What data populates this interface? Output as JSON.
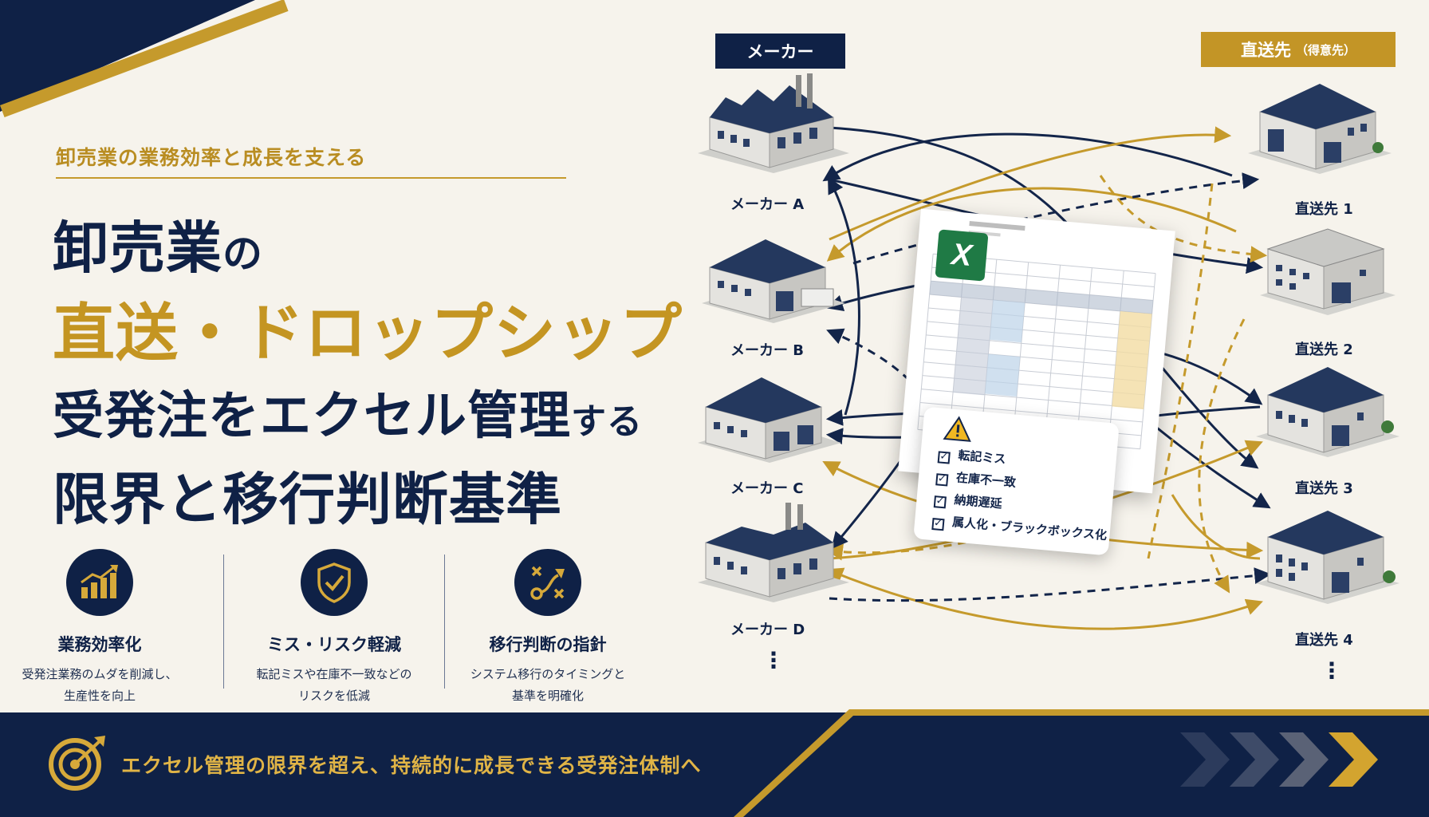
{
  "kicker": "卸売業の業務効率と成長を支える",
  "title": {
    "line1_main": "卸売業",
    "line1_tail": "の",
    "line2": "直送・ドロップシップ",
    "line3_main": "受発注をエクセル管理",
    "line3_tail": "する",
    "line4": "限界と移行判断基準"
  },
  "features": [
    {
      "icon": "growth-chart-icon",
      "title": "業務効率化",
      "desc1": "受発注業務のムダを削減し、",
      "desc2": "生産性を向上"
    },
    {
      "icon": "shield-check-icon",
      "title": "ミス・リスク軽減",
      "desc1": "転記ミスや在庫不一致などの",
      "desc2": "リスクを低減"
    },
    {
      "icon": "strategy-icon",
      "title": "移行判断の指針",
      "desc1": "システム移行のタイミングと",
      "desc2": "基準を明確化"
    }
  ],
  "diagram": {
    "makers_label": "メーカー",
    "dest_label": "直送先",
    "dest_sub": "（得意先）",
    "makers": [
      "メーカー A",
      "メーカー B",
      "メーカー C",
      "メーカー D"
    ],
    "destinations": [
      "直送先 1",
      "直送先 2",
      "直送先 3",
      "直送先 4"
    ],
    "more": "⋮",
    "checklist": [
      "転記ミス",
      "在庫不一致",
      "納期遅延",
      "属人化・ブラックボックス化"
    ]
  },
  "banner": {
    "text": "エクセル管理の限界を超え、持続的に成長できる受発注体制へ"
  },
  "colors": {
    "navy": "#0f2146",
    "gold": "#c59a2c",
    "background": "#f6f3ec",
    "excel_green": "#1f7a45"
  }
}
